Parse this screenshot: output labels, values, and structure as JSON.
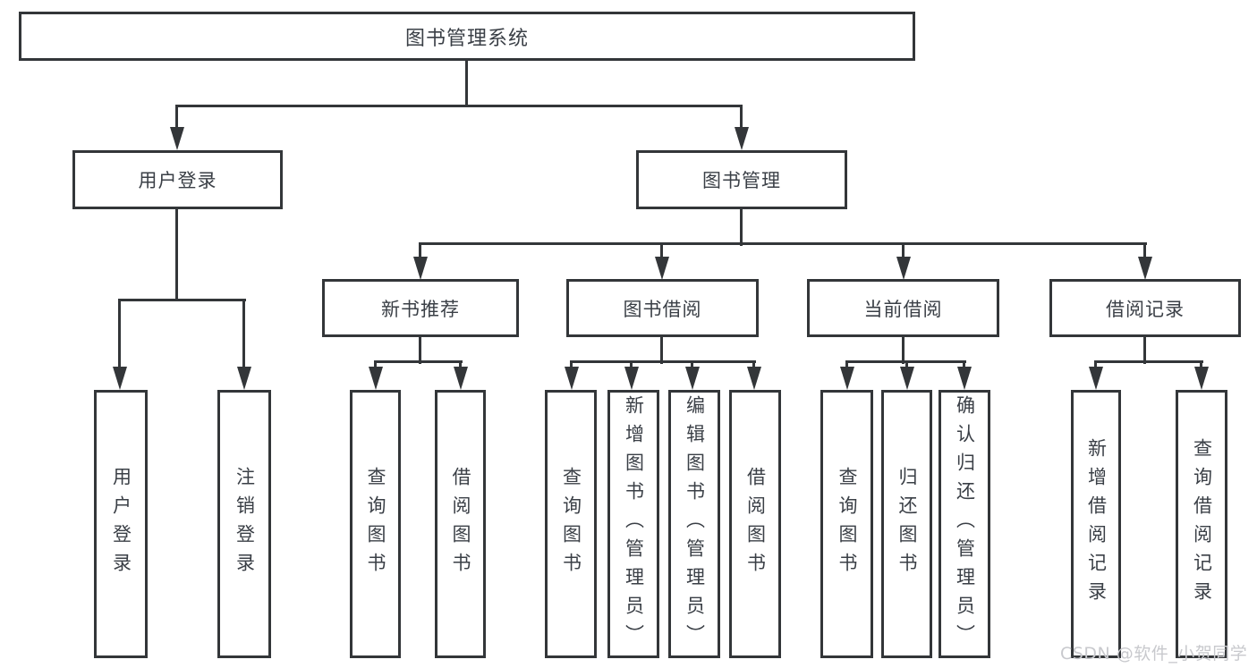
{
  "diagram": {
    "root": "图书管理系统",
    "branches": {
      "user_login": "用户登录",
      "book_mgmt": "图书管理"
    },
    "modules": {
      "new_book_rec": "新书推荐",
      "book_borrow": "图书借阅",
      "current_borrow": "当前借阅",
      "borrow_record": "借阅记录"
    },
    "leaves": {
      "user_login": "用户登录",
      "logout": "注销登录",
      "rec_query_book": "查询图书",
      "rec_borrow_book": "借阅图书",
      "bb_query_book": "查询图书",
      "bb_add_book": "新增图书（管理员）",
      "bb_edit_book": "编辑图书（管理员）",
      "bb_borrow_book": "借阅图书",
      "cb_query_book": "查询图书",
      "cb_return_book": "归还图书",
      "cb_confirm_return": "确认归还（管理员）",
      "br_add_record": "新增借阅记录",
      "br_query_record": "查询借阅记录"
    }
  },
  "watermark": "CSDN @软件_小贺同学",
  "colors": {
    "connector": "#333639",
    "text": "#3a3f46",
    "watermark": "#c8c9cd",
    "background": "#ffffff"
  }
}
